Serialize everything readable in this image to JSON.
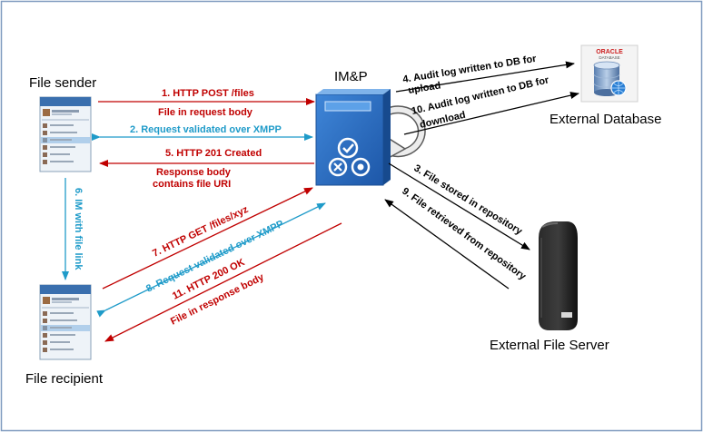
{
  "colors": {
    "red": "#c00000",
    "blue": "#1f9bc9",
    "black": "#000000",
    "frame": "#7f9bbf",
    "oracle_red": "#cc1f1f",
    "server_blue": "#2f6fc4"
  },
  "nodes": {
    "sender": "File sender",
    "recipient": "File recipient",
    "imp": "IM&P",
    "database": "External Database",
    "fileserver": "External File Server"
  },
  "database_icon": {
    "brand": "ORACLE",
    "sub": "DATABASE"
  },
  "steps": {
    "s1": "1. HTTP POST /files",
    "s1_body": "File in request body",
    "s2": "2. Request validated over XMPP",
    "s3": "3. File stored in repository",
    "s4a": "4. Audit log written to DB for",
    "s4b": "upload",
    "s5": "5. HTTP 201 Created",
    "s5_body_a": "Response body",
    "s5_body_b": "contains file URI",
    "s6": "6. IM with file link",
    "s7": "7. HTTP GET /files/xyz",
    "s8": "8. Request validated over XMPP",
    "s9": "9. File retrieved from repository",
    "s10a": "10. Audit log written to DB for",
    "s10b": "download",
    "s11": "11. HTTP 200 OK",
    "s11_body": "File in response body"
  }
}
